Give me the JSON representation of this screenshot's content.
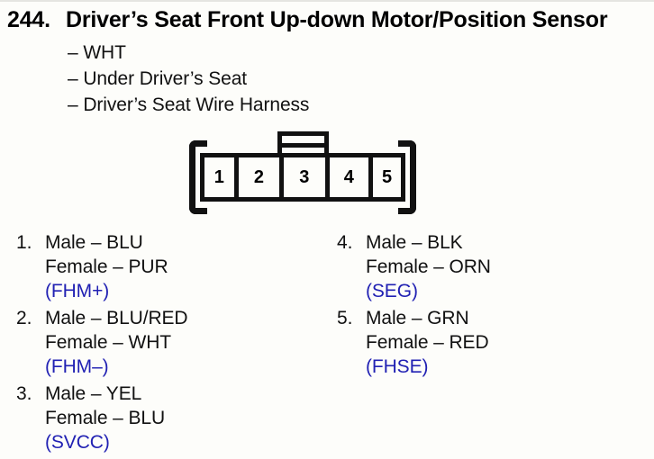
{
  "page": {
    "number": "244.",
    "title": "Driver’s Seat Front Up-down Motor/Position Sensor",
    "attributes": [
      "– WHT",
      "– Under Driver’s Seat",
      "– Driver’s Seat Wire Harness"
    ]
  },
  "connector": {
    "type": "5-pin connector, front view",
    "pins": [
      "1",
      "2",
      "3",
      "4",
      "5"
    ]
  },
  "pinout": {
    "left": [
      {
        "num": "1.",
        "male": "Male – BLU",
        "female": "Female – PUR",
        "terminal": "(FHM+)"
      },
      {
        "num": "2.",
        "male": "Male – BLU/RED",
        "female": "Female – WHT",
        "terminal": "(FHM–)"
      },
      {
        "num": "3.",
        "male": "Male – YEL",
        "female": "Female – BLU",
        "terminal": "(SVCC)"
      }
    ],
    "right": [
      {
        "num": "4.",
        "male": "Male – BLK",
        "female": "Female – ORN",
        "terminal": "(SEG)"
      },
      {
        "num": "5.",
        "male": "Male – GRN",
        "female": "Female – RED",
        "terminal": "(FHSE)"
      }
    ]
  },
  "colors": {
    "terminal_text": "#2121b3",
    "body_text": "#111111",
    "diagram_stroke": "#111111",
    "paper": "#fdfdfa"
  }
}
